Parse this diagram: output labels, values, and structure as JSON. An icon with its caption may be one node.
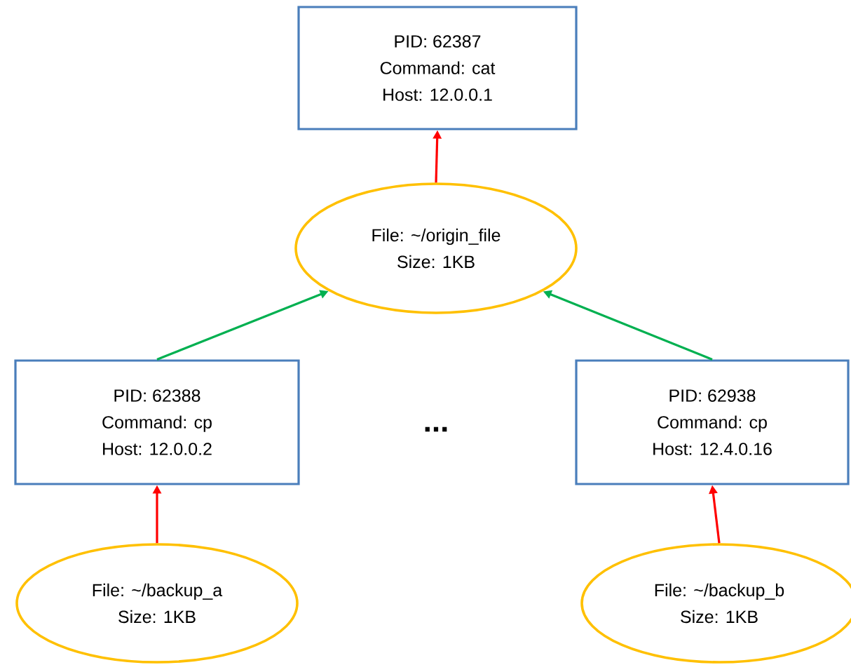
{
  "diagram": {
    "nodes": [
      {
        "text": [
          "PID: 62387",
          "Command: cat",
          "Host: 12.0.0.1"
        ]
      },
      {
        "text": [
          "File: ~/origin_file",
          "Size: 1KB"
        ]
      },
      {
        "text": [
          "PID: 62388",
          "Command: cp",
          "Host: 12.0.0.2"
        ]
      },
      {
        "text": [
          "PID: 62938",
          "Command: cp",
          "Host: 12.4.0.16"
        ]
      },
      {
        "text": [
          "File: ~/backup_a",
          "Size: 1KB"
        ]
      },
      {
        "text": [
          "File: ~/backup_b",
          "Size: 1KB"
        ]
      }
    ],
    "edges": [
      {
        "from": 1,
        "to": 0,
        "arrow": "to"
      },
      {
        "from": 2,
        "to": 1,
        "arrow": "to",
        "color": "#00b050"
      },
      {
        "from": 3,
        "to": 1,
        "arrow": "to",
        "color": "#00b050"
      },
      {
        "from": 4,
        "to": 2,
        "arrow": "to"
      },
      {
        "from": 5,
        "to": 3,
        "arrow": "to"
      }
    ],
    "labels": [
      "..."
    ]
  }
}
